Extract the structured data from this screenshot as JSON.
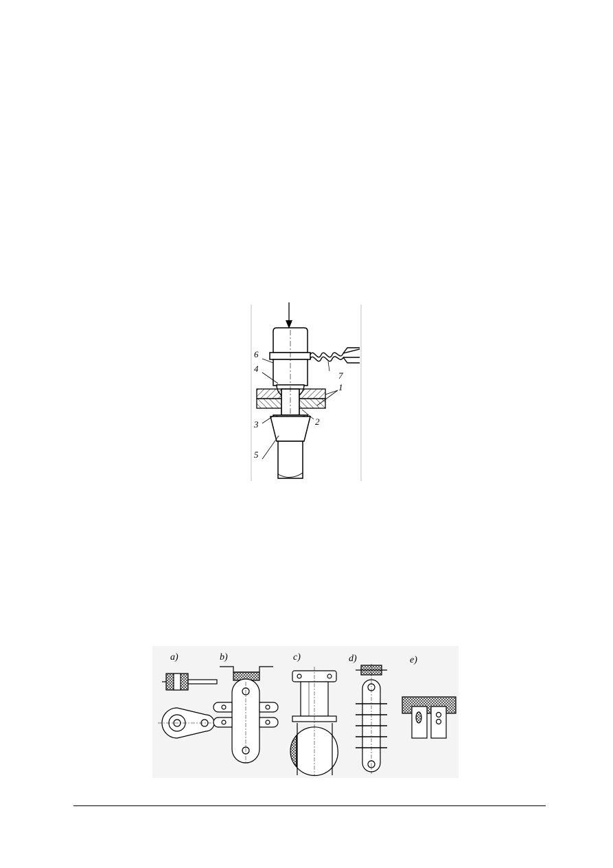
{
  "figure_top": {
    "labels": [
      "1",
      "2",
      "3",
      "4",
      "5",
      "6",
      "7"
    ]
  },
  "figure_bottom": {
    "panels": [
      "a)",
      "b)",
      "c)",
      "d)",
      "e)"
    ]
  },
  "colors": {
    "ink": "#000000",
    "paper": "#ffffff",
    "shade": "#d8d8d8"
  }
}
